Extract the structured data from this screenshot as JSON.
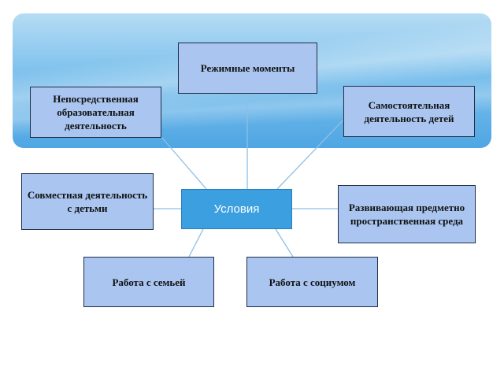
{
  "diagram": {
    "center": "Условия",
    "nodes": {
      "regime": "Режимные моменты",
      "direct": "Непосредственная образовательная деятельность",
      "independent": "Самостоятельная деятельность детей",
      "joint": "Совместная деятельность с детьми",
      "environment": "Развивающая предметно пространственная среда",
      "family": "Работа с семьей",
      "society": "Работа с социумом"
    }
  },
  "colors": {
    "node_fill": "#a9c5f0",
    "center_fill": "#3b9fe0",
    "connector": "#8fbfe6"
  }
}
